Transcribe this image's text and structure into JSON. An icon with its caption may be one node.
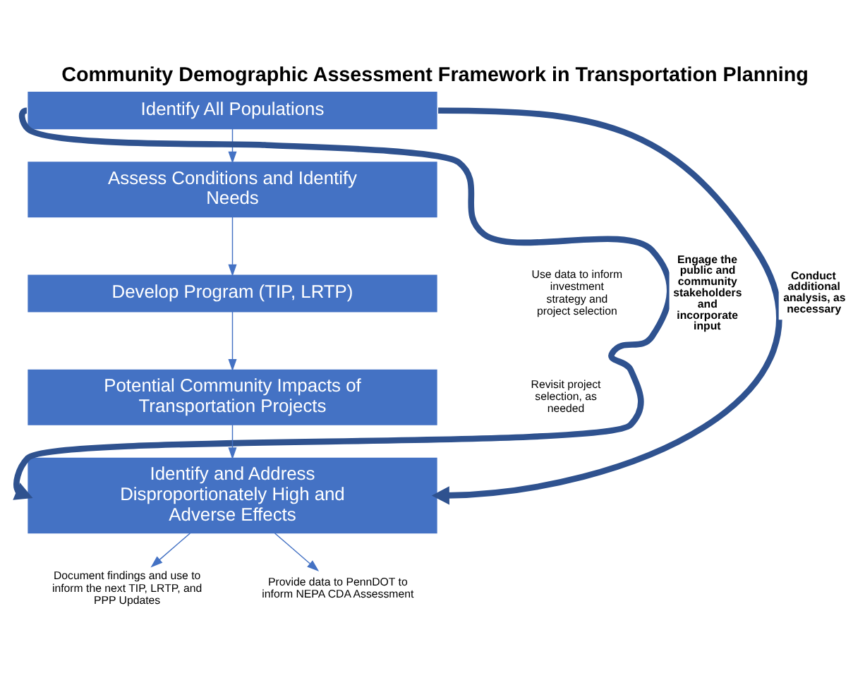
{
  "diagram": {
    "title": "Community Demographic Assessment Framework in Transportation Planning",
    "nodes": [
      {
        "text": [
          "Identify All Populations"
        ]
      },
      {
        "text": [
          "Assess Conditions and Identify Needs"
        ]
      },
      {
        "text": [
          "Develop Program (TIP, LRTP)"
        ]
      },
      {
        "text": [
          "Potential Community Impacts of Transportation Projects"
        ]
      },
      {
        "text": [
          "Identify and Address Disproportionately High and Adverse Effects"
        ]
      },
      {
        "text": [
          "Document findings and use to inform the next TIP, LRTP, and PPP Updates"
        ]
      },
      {
        "text": [
          "Provide data to PennDOT to inform NEPA CDA Assessment"
        ]
      }
    ],
    "edges": [
      {
        "from": 0,
        "to": 1,
        "arrow": "to"
      },
      {
        "from": 1,
        "to": 2,
        "arrow": "to"
      },
      {
        "from": 2,
        "to": 3,
        "arrow": "to"
      },
      {
        "from": 3,
        "to": 4,
        "arrow": "to"
      },
      {
        "from": 0,
        "to": 4,
        "arrow": "to",
        "label": "Engage the public and community stakeholders and incorporate input",
        "style": "thick",
        "color": "#2f528f"
      },
      {
        "from": 0,
        "to": 4,
        "arrow": "to",
        "label": "Conduct additional analysis, as necessary",
        "style": "thick",
        "color": "#2f528f"
      },
      {
        "from": 4,
        "to": 5,
        "arrow": "to"
      },
      {
        "from": 4,
        "to": 6,
        "arrow": "to"
      }
    ],
    "labels": [
      "Use data to inform investment strategy and project selection",
      "Revisit project selection, as needed"
    ]
  }
}
